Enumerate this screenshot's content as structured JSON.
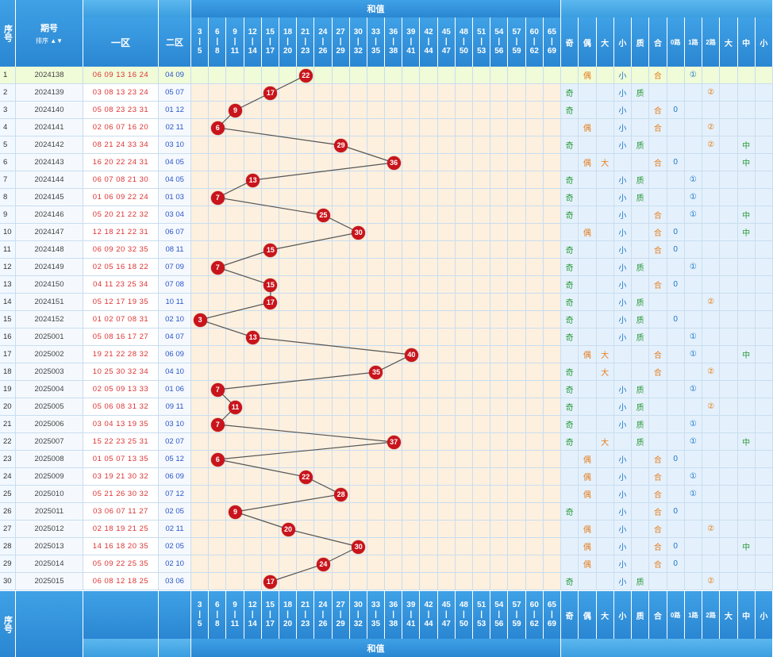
{
  "header": {
    "seq_label": "序号",
    "period_label": "期号",
    "sort_label": "排序",
    "zone1_label": "一区",
    "zone2_label": "二区",
    "sum_group_label": "和值",
    "range_tops": [
      "3",
      "6",
      "9",
      "12",
      "15",
      "18",
      "21",
      "24",
      "27",
      "30",
      "33",
      "36",
      "39",
      "42",
      "45",
      "48",
      "51",
      "54",
      "57",
      "60",
      "65"
    ],
    "range_bottoms": [
      "5",
      "8",
      "11",
      "14",
      "17",
      "20",
      "23",
      "26",
      "29",
      "32",
      "35",
      "38",
      "41",
      "44",
      "47",
      "50",
      "53",
      "56",
      "59",
      "62",
      "69"
    ],
    "indicator_labels": [
      "奇",
      "偶",
      "大",
      "小",
      "质",
      "合",
      "0路",
      "1路",
      "2路",
      "大",
      "中",
      "小"
    ]
  },
  "footer": {
    "seq_label": "序号",
    "sum_group_label": "和值"
  },
  "chart_data": {
    "type": "table",
    "title": "",
    "value_column": "和值",
    "rows": [
      {
        "seq": "1",
        "period": "2024138",
        "z1": "06 09 13 16 24",
        "z2": "04 09",
        "sum": 22,
        "ind": [
          "",
          "偶",
          "",
          "小",
          "",
          "合",
          "",
          "①",
          ""
        ],
        "extra": [
          "",
          "",
          ""
        ]
      },
      {
        "seq": "2",
        "period": "2024139",
        "z1": "03 08 13 23 24",
        "z2": "05 07",
        "sum": 17,
        "ind": [
          "奇",
          "",
          "",
          "小",
          "质",
          "",
          "",
          "",
          "②"
        ],
        "extra": [
          "",
          "",
          ""
        ]
      },
      {
        "seq": "3",
        "period": "2024140",
        "z1": "05 08 23 23 31",
        "z2": "01 12",
        "sum": 9,
        "ind": [
          "奇",
          "",
          "",
          "小",
          "",
          "合",
          "0",
          "",
          ""
        ],
        "extra": [
          "",
          "",
          ""
        ]
      },
      {
        "seq": "4",
        "period": "2024141",
        "z1": "02 06 07 16 20",
        "z2": "02 11",
        "sum": 6,
        "ind": [
          "",
          "偶",
          "",
          "小",
          "",
          "合",
          "",
          "",
          "②"
        ],
        "extra": [
          "",
          "",
          ""
        ]
      },
      {
        "seq": "5",
        "period": "2024142",
        "z1": "08 21 24 33 34",
        "z2": "03 10",
        "sum": 29,
        "ind": [
          "奇",
          "",
          "",
          "小",
          "质",
          "",
          "",
          "",
          "②"
        ],
        "extra": [
          "",
          "中",
          ""
        ]
      },
      {
        "seq": "6",
        "period": "2024143",
        "z1": "16 20 22 24 31",
        "z2": "04 05",
        "sum": 36,
        "ind": [
          "",
          "偶",
          "大",
          "",
          "",
          "合",
          "0",
          "",
          ""
        ],
        "extra": [
          "",
          "中",
          ""
        ]
      },
      {
        "seq": "7",
        "period": "2024144",
        "z1": "06 07 08 21 30",
        "z2": "04 05",
        "sum": 13,
        "ind": [
          "奇",
          "",
          "",
          "小",
          "质",
          "",
          "",
          "①",
          ""
        ],
        "extra": [
          "",
          "",
          ""
        ]
      },
      {
        "seq": "8",
        "period": "2024145",
        "z1": "01 06 09 22 24",
        "z2": "01 03",
        "sum": 7,
        "ind": [
          "奇",
          "",
          "",
          "小",
          "质",
          "",
          "",
          "①",
          ""
        ],
        "extra": [
          "",
          "",
          ""
        ]
      },
      {
        "seq": "9",
        "period": "2024146",
        "z1": "05 20 21 22 32",
        "z2": "03 04",
        "sum": 25,
        "ind": [
          "奇",
          "",
          "",
          "小",
          "",
          "合",
          "",
          "①",
          ""
        ],
        "extra": [
          "",
          "中",
          ""
        ]
      },
      {
        "seq": "10",
        "period": "2024147",
        "z1": "12 18 21 22 31",
        "z2": "06 07",
        "sum": 30,
        "ind": [
          "",
          "偶",
          "",
          "小",
          "",
          "合",
          "0",
          "",
          ""
        ],
        "extra": [
          "",
          "中",
          ""
        ]
      },
      {
        "seq": "11",
        "period": "2024148",
        "z1": "06 09 20 32 35",
        "z2": "08 11",
        "sum": 15,
        "ind": [
          "奇",
          "",
          "",
          "小",
          "",
          "合",
          "0",
          "",
          ""
        ],
        "extra": [
          "",
          "",
          ""
        ]
      },
      {
        "seq": "12",
        "period": "2024149",
        "z1": "02 05 16 18 22",
        "z2": "07 09",
        "sum": 7,
        "ind": [
          "奇",
          "",
          "",
          "小",
          "质",
          "",
          "",
          "①",
          ""
        ],
        "extra": [
          "",
          "",
          ""
        ]
      },
      {
        "seq": "13",
        "period": "2024150",
        "z1": "04 11 23 25 34",
        "z2": "07 08",
        "sum": 15,
        "ind": [
          "奇",
          "",
          "",
          "小",
          "",
          "合",
          "0",
          "",
          ""
        ],
        "extra": [
          "",
          "",
          ""
        ]
      },
      {
        "seq": "14",
        "period": "2024151",
        "z1": "05 12 17 19 35",
        "z2": "10 11",
        "sum": 17,
        "ind": [
          "奇",
          "",
          "",
          "小",
          "质",
          "",
          "",
          "",
          "②"
        ],
        "extra": [
          "",
          "",
          ""
        ]
      },
      {
        "seq": "15",
        "period": "2024152",
        "z1": "01 02 07 08 31",
        "z2": "02 10",
        "sum": 3,
        "ind": [
          "奇",
          "",
          "",
          "小",
          "质",
          "",
          "0",
          "",
          ""
        ],
        "extra": [
          "",
          "",
          ""
        ]
      },
      {
        "seq": "16",
        "period": "2025001",
        "z1": "05 08 16 17 27",
        "z2": "04 07",
        "sum": 13,
        "ind": [
          "奇",
          "",
          "",
          "小",
          "质",
          "",
          "",
          "①",
          ""
        ],
        "extra": [
          "",
          "",
          ""
        ]
      },
      {
        "seq": "17",
        "period": "2025002",
        "z1": "19 21 22 28 32",
        "z2": "06 09",
        "sum": 40,
        "ind": [
          "",
          "偶",
          "大",
          "",
          "",
          "合",
          "",
          "①",
          ""
        ],
        "extra": [
          "",
          "中",
          ""
        ]
      },
      {
        "seq": "18",
        "period": "2025003",
        "z1": "10 25 30 32 34",
        "z2": "04 10",
        "sum": 35,
        "ind": [
          "奇",
          "",
          "大",
          "",
          "",
          "合",
          "",
          "",
          "②"
        ],
        "extra": [
          "",
          "",
          ""
        ]
      },
      {
        "seq": "19",
        "period": "2025004",
        "z1": "02 05 09 13 33",
        "z2": "01 06",
        "sum": 7,
        "ind": [
          "奇",
          "",
          "",
          "小",
          "质",
          "",
          "",
          "①",
          ""
        ],
        "extra": [
          "",
          "",
          ""
        ]
      },
      {
        "seq": "20",
        "period": "2025005",
        "z1": "05 06 08 31 32",
        "z2": "09 11",
        "sum": 11,
        "ind": [
          "奇",
          "",
          "",
          "小",
          "质",
          "",
          "",
          "",
          "②"
        ],
        "extra": [
          "",
          "",
          ""
        ]
      },
      {
        "seq": "21",
        "period": "2025006",
        "z1": "03 04 13 19 35",
        "z2": "03 10",
        "sum": 7,
        "ind": [
          "奇",
          "",
          "",
          "小",
          "质",
          "",
          "",
          "①",
          ""
        ],
        "extra": [
          "",
          "",
          ""
        ]
      },
      {
        "seq": "22",
        "period": "2025007",
        "z1": "15 22 23 25 31",
        "z2": "02 07",
        "sum": 37,
        "ind": [
          "奇",
          "",
          "大",
          "",
          "质",
          "",
          "",
          "①",
          ""
        ],
        "extra": [
          "",
          "中",
          ""
        ]
      },
      {
        "seq": "23",
        "period": "2025008",
        "z1": "01 05 07 13 35",
        "z2": "05 12",
        "sum": 6,
        "ind": [
          "",
          "偶",
          "",
          "小",
          "",
          "合",
          "0",
          "",
          ""
        ],
        "extra": [
          "",
          "",
          ""
        ]
      },
      {
        "seq": "24",
        "period": "2025009",
        "z1": "03 19 21 30 32",
        "z2": "06 09",
        "sum": 22,
        "ind": [
          "",
          "偶",
          "",
          "小",
          "",
          "合",
          "",
          "①",
          ""
        ],
        "extra": [
          "",
          "",
          ""
        ]
      },
      {
        "seq": "25",
        "period": "2025010",
        "z1": "05 21 26 30 32",
        "z2": "07 12",
        "sum": 28,
        "ind": [
          "",
          "偶",
          "",
          "小",
          "",
          "合",
          "",
          "①",
          ""
        ],
        "extra": [
          "",
          "",
          ""
        ]
      },
      {
        "seq": "26",
        "period": "2025011",
        "z1": "03 06 07 11 27",
        "z2": "02 05",
        "sum": 9,
        "ind": [
          "奇",
          "",
          "",
          "小",
          "",
          "合",
          "0",
          "",
          ""
        ],
        "extra": [
          "",
          "",
          ""
        ]
      },
      {
        "seq": "27",
        "period": "2025012",
        "z1": "02 18 19 21 25",
        "z2": "02 11",
        "sum": 20,
        "ind": [
          "",
          "偶",
          "",
          "小",
          "",
          "合",
          "",
          "",
          "②"
        ],
        "extra": [
          "",
          "",
          ""
        ]
      },
      {
        "seq": "28",
        "period": "2025013",
        "z1": "14 16 18 20 35",
        "z2": "02 05",
        "sum": 30,
        "ind": [
          "",
          "偶",
          "",
          "小",
          "",
          "合",
          "0",
          "",
          ""
        ],
        "extra": [
          "",
          "中",
          ""
        ]
      },
      {
        "seq": "29",
        "period": "2025014",
        "z1": "05 09 22 25 35",
        "z2": "02 10",
        "sum": 24,
        "ind": [
          "",
          "偶",
          "",
          "小",
          "",
          "合",
          "0",
          "",
          ""
        ],
        "extra": [
          "",
          "",
          ""
        ]
      },
      {
        "seq": "30",
        "period": "2025015",
        "z1": "06 08 12 18 25",
        "z2": "03 06",
        "sum": 17,
        "ind": [
          "奇",
          "",
          "",
          "小",
          "质",
          "",
          "",
          "",
          "②"
        ],
        "extra": [
          "",
          "",
          ""
        ]
      }
    ]
  }
}
